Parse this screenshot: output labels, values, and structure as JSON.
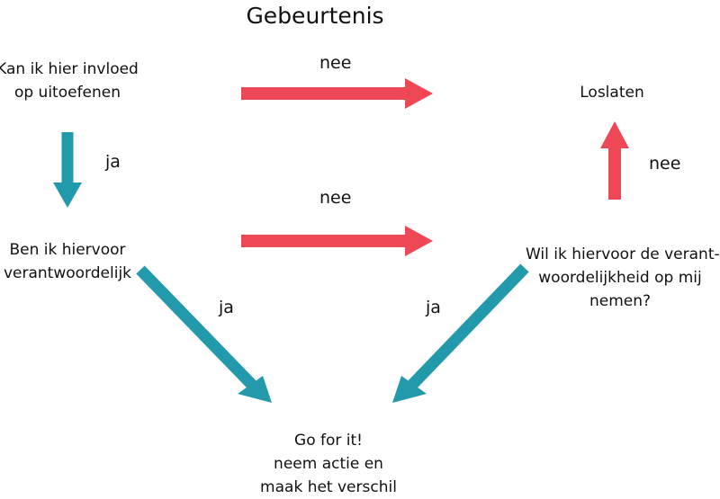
{
  "title": "Gebeurtenis",
  "nodes": {
    "invloed": {
      "line1": "Kan ik hier invloed",
      "line2": "op uitoefenen"
    },
    "verantwoordelijk": {
      "line1": "Ben ik hiervoor",
      "line2": "verantwoordelijk"
    },
    "loslaten": {
      "text": "Loslaten"
    },
    "nemen": {
      "line1": "Wil ik hiervoor de verant-",
      "line2": "woordelijkheid op mij",
      "line3": "nemen?"
    },
    "goforit": {
      "line1": "Go for it!",
      "line2": "neem actie en",
      "line3": "maak het verschil"
    }
  },
  "labels": {
    "nee_top": "nee",
    "ja_left": "ja",
    "nee_mid": "nee",
    "nee_right": "nee",
    "ja_diag_left": "ja",
    "ja_diag_right": "ja"
  },
  "colors": {
    "red": "#ee4756",
    "teal": "#229aab"
  }
}
